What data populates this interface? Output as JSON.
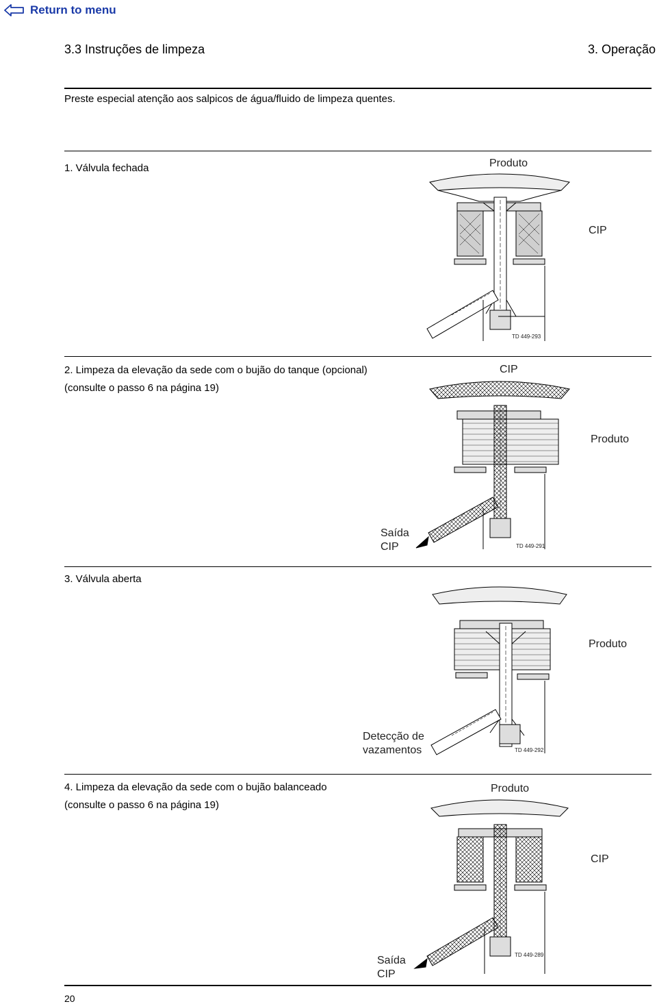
{
  "nav": {
    "back_label": "Return to menu",
    "icon": "back-arrow-icon",
    "color": "#1a3aa8"
  },
  "header": {
    "section_title": "3.3 Instruções de limpeza",
    "chapter": "3. Operação"
  },
  "intro": "Preste especial atenção aos salpicos de água/fluido de limpeza quentes.",
  "steps": [
    {
      "title": "1. Válvula fechada",
      "subtitle": "",
      "labels": [
        "Produto",
        "CIP"
      ],
      "ref": "TD 449-293"
    },
    {
      "title": "2. Limpeza da elevação da sede com o bujão do tanque (opcional)",
      "subtitle": "(consulte o passo 6 na página 19)",
      "labels": [
        "CIP",
        "Produto",
        "Saída",
        "CIP"
      ],
      "ref": "TD 449-291"
    },
    {
      "title": "3. Válvula aberta",
      "subtitle": "",
      "labels": [
        "Produto",
        "Detecção de",
        "vazamentos"
      ],
      "ref": "TD 449-292"
    },
    {
      "title": "4. Limpeza da elevação da sede com o bujão balanceado",
      "subtitle": "(consulte o passo 6 na página 19)",
      "labels": [
        "Produto",
        "CIP",
        "Saída",
        "CIP"
      ],
      "ref": "TD 449-289"
    }
  ],
  "page_number": "20"
}
